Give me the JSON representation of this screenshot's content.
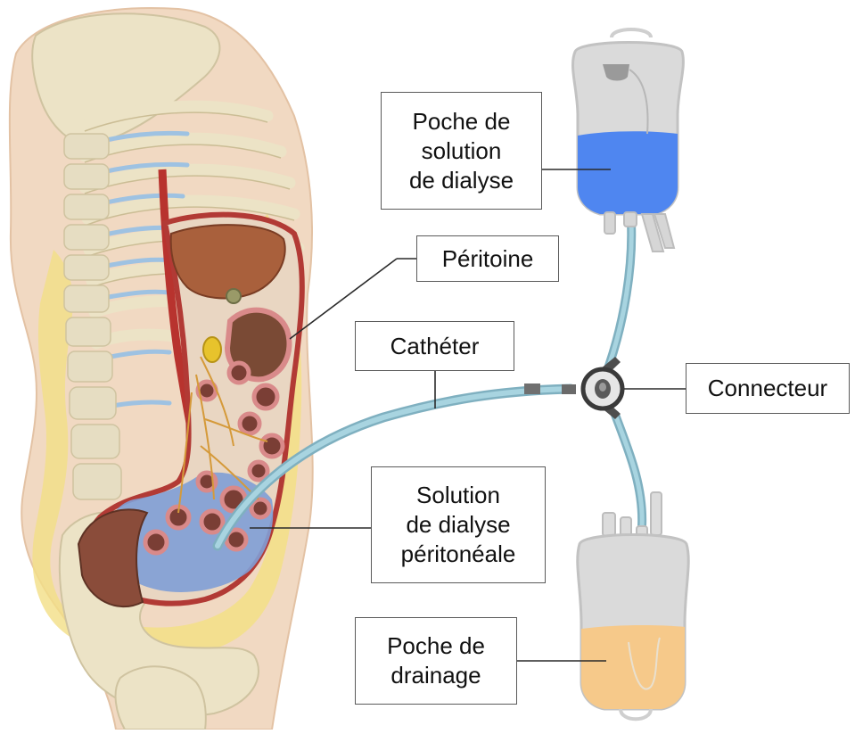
{
  "labels": {
    "dialysis_bag": [
      "Poche de",
      "solution",
      "de dialyse"
    ],
    "peritoneum": [
      "Péritoine"
    ],
    "catheter": [
      "Cathéter"
    ],
    "connector": [
      "Connecteur"
    ],
    "dialysate": [
      "Solution",
      "de dialyse",
      "péritonéale"
    ],
    "drainage_bag": [
      "Poche de",
      "drainage"
    ]
  },
  "colors": {
    "dialysis_solution": "#4f86f0",
    "drained_fluid": "#f6c98a",
    "tubing": "#9cc8d6",
    "bag": "#d9d9d9",
    "peritoneal_fluid": "#7f9fd6",
    "skin": "#f1d9c2",
    "bone": "#ece3c6",
    "fat": "#f3df86",
    "organ": "#b9434c"
  }
}
